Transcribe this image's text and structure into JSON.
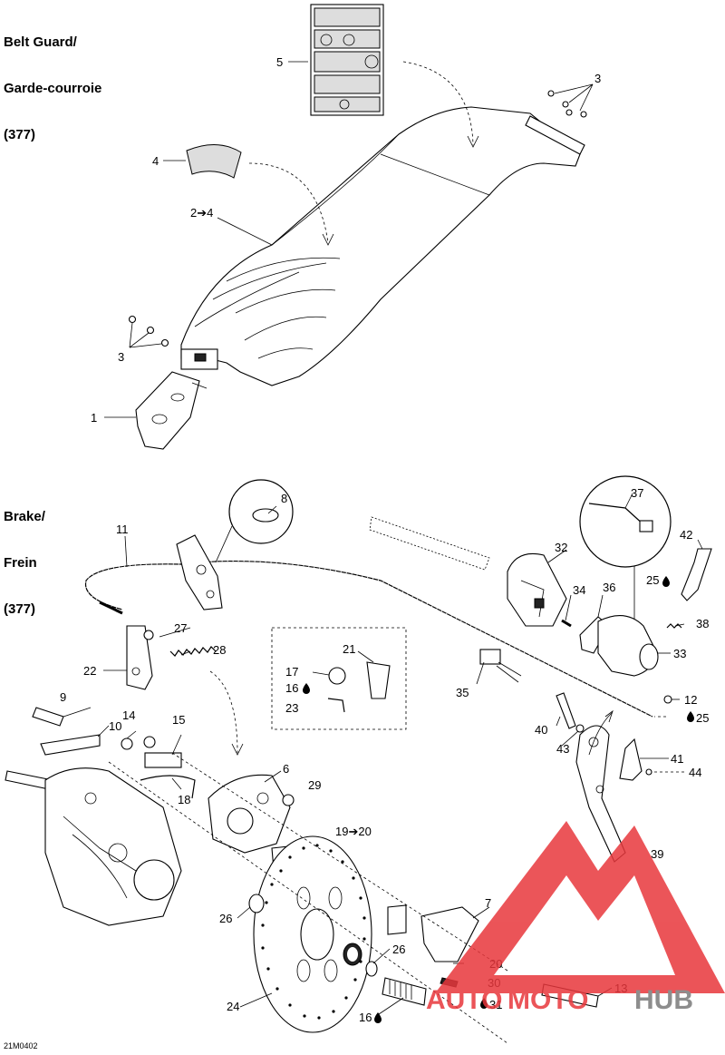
{
  "sections": {
    "belt_guard": {
      "title_line1": "Belt Guard/",
      "title_line2": "Garde-courroie",
      "title_line3": "(377)"
    },
    "brake": {
      "title_line1": "Brake/",
      "title_line2": "Frein",
      "title_line3": "(377)"
    }
  },
  "callouts": {
    "c5": "5",
    "c3a": "3",
    "c4": "4",
    "c2to4": "2➔4",
    "c3b": "3",
    "c1": "1",
    "c8": "8",
    "c37": "37",
    "c11": "11",
    "c42": "42",
    "c32": "32",
    "c27": "27",
    "c28": "28",
    "c34": "34",
    "c36": "36",
    "c25a": "25",
    "c38": "38",
    "c22": "22",
    "c21": "21",
    "c17": "17",
    "c16a": "16",
    "c23": "23",
    "c33": "33",
    "c35": "35",
    "c12": "12",
    "c25b": "25",
    "c9": "9",
    "c14": "14",
    "c15": "15",
    "c10": "10",
    "c40": "40",
    "c43": "43",
    "c41": "41",
    "c44": "44",
    "c6": "6",
    "c29": "29",
    "c18": "18",
    "c19to20": "19➔20",
    "c39": "39",
    "c7": "7",
    "c26a": "26",
    "c26b": "26",
    "c20": "20",
    "c30": "30",
    "c13": "13",
    "c31": "31",
    "c24": "24",
    "c16b": "16"
  },
  "drawing_code": "21M0402",
  "watermark": {
    "text_left": "AUTO",
    "text_mid": "MOTO",
    "text_right": "HUB",
    "color_red": "#e8373c",
    "color_gray": "#7a7a7a"
  }
}
